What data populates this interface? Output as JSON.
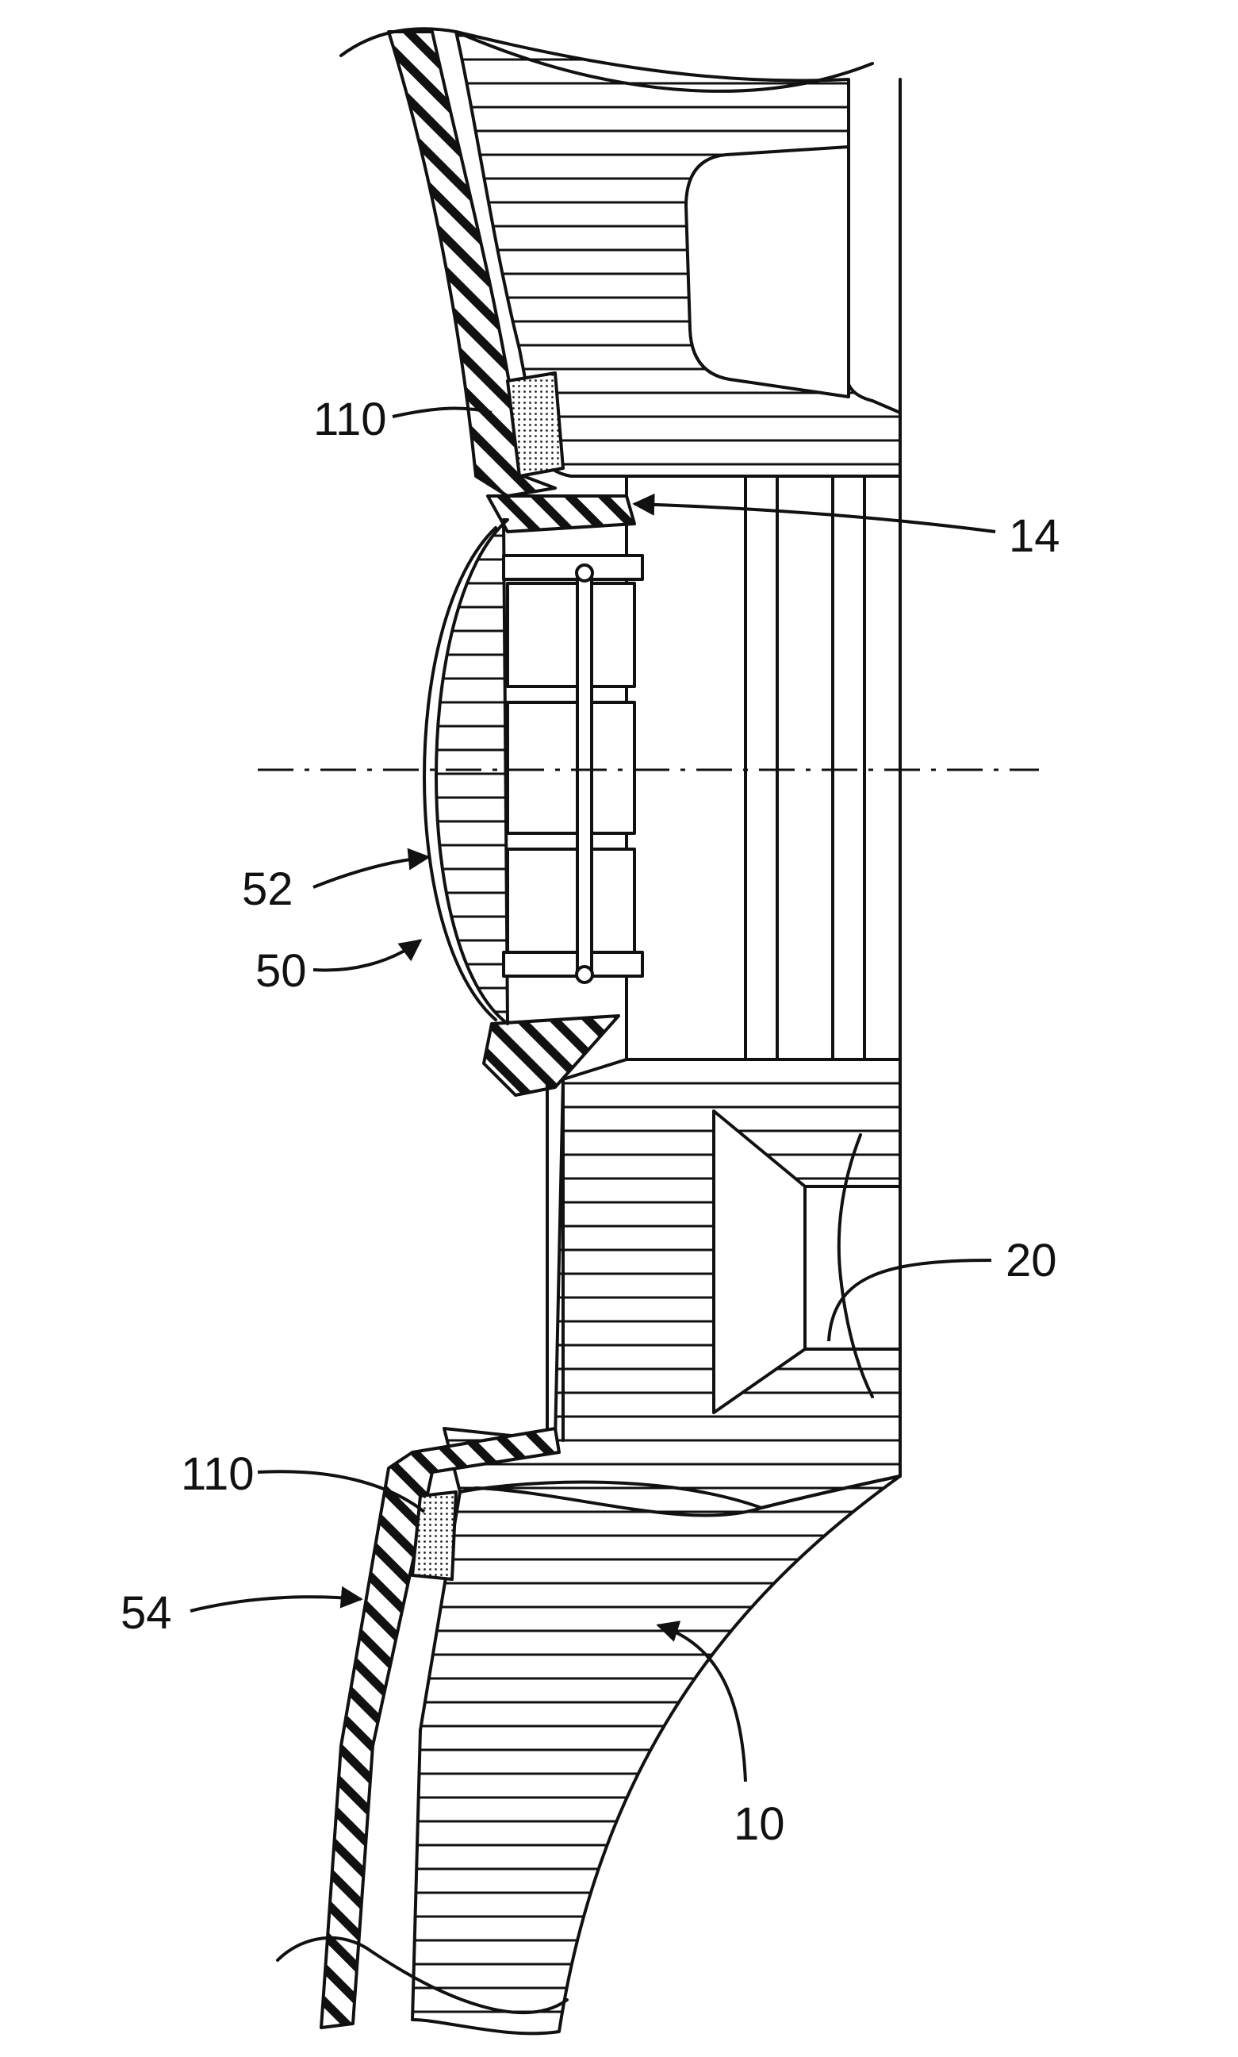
{
  "figure": {
    "kind": "patent cross-section drawing",
    "ink_color": "#111111",
    "background": "#ffffff",
    "labels": {
      "l110_top": "110",
      "l14": "14",
      "l52": "52",
      "l50": "50",
      "l20": "20",
      "l110_bottom": "110",
      "l54": "54",
      "l10": "10"
    }
  }
}
